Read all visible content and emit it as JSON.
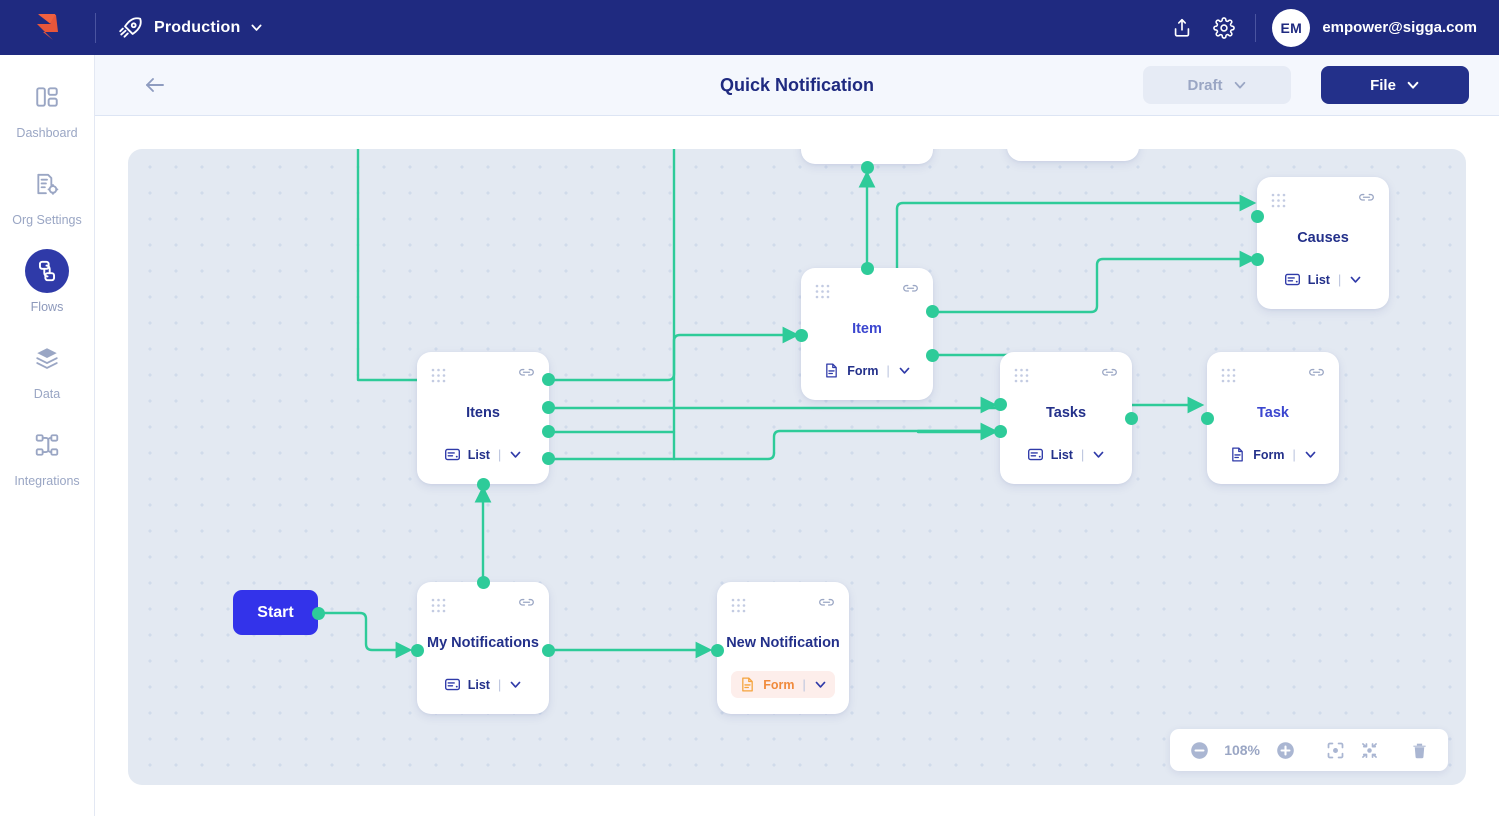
{
  "topbar": {
    "logo_icon": "sigga-logo-icon",
    "environment": {
      "icon": "rocket-icon",
      "label": "Production",
      "chevron": "chevron-down-icon"
    },
    "share_icon": "share-upload-icon",
    "settings_icon": "gear-icon",
    "avatar_initials": "EM",
    "user_email": "empower@sigga.com"
  },
  "sidebar": {
    "items": [
      {
        "label": "Dashboard",
        "icon": "dashboard-icon",
        "active": false
      },
      {
        "label": "Org Settings",
        "icon": "org-settings-icon",
        "active": false
      },
      {
        "label": "Flows",
        "icon": "flows-icon",
        "active": true
      },
      {
        "label": "Data",
        "icon": "data-layers-icon",
        "active": false
      },
      {
        "label": "Integrations",
        "icon": "integrations-icon",
        "active": false
      }
    ]
  },
  "header": {
    "back_icon": "arrow-left-icon",
    "title": "Quick Notification",
    "status": {
      "label": "Draft",
      "chevron": "chevron-down-icon"
    },
    "file": {
      "label": "File",
      "chevron": "chevron-down-icon"
    }
  },
  "canvas": {
    "start": {
      "label": "Start"
    },
    "nodes": [
      {
        "id": "partial-top-1",
        "title": "",
        "badge": null,
        "partial": true
      },
      {
        "id": "partial-top-2",
        "title": "",
        "badge": null,
        "partial": true
      },
      {
        "id": "causes",
        "title": "Causes",
        "badge": {
          "label": "List",
          "icon": "list-icon",
          "style": "default"
        }
      },
      {
        "id": "item",
        "title": "Item",
        "badge": {
          "label": "Form",
          "icon": "form-icon",
          "style": "default"
        }
      },
      {
        "id": "itens",
        "title": "Itens",
        "badge": {
          "label": "List",
          "icon": "list-icon",
          "style": "default"
        }
      },
      {
        "id": "tasks",
        "title": "Tasks",
        "badge": {
          "label": "List",
          "icon": "list-icon",
          "style": "default"
        }
      },
      {
        "id": "task",
        "title": "Task",
        "badge": {
          "label": "Form",
          "icon": "form-icon",
          "style": "default"
        }
      },
      {
        "id": "my-notifications",
        "title": "My Notifications",
        "badge": {
          "label": "List",
          "icon": "list-icon",
          "style": "default"
        }
      },
      {
        "id": "new-notification",
        "title": "New Notification",
        "badge": {
          "label": "Form",
          "icon": "form-icon",
          "style": "accent"
        }
      }
    ],
    "zoom": {
      "zoom_out_icon": "minus-circle-icon",
      "level": "108%",
      "zoom_in_icon": "plus-circle-icon",
      "fit_icon": "fit-to-screen-icon",
      "center_icon": "center-focus-icon",
      "delete_icon": "trash-icon"
    }
  },
  "colors": {
    "navy": "#1f2a80",
    "node_title": "#23308a",
    "accent_blue": "#3b46cf",
    "start_blue": "#3333ea",
    "edge_green": "#2ecb99",
    "badge_accent_text": "#f08a3c",
    "badge_accent_bg": "#fdeeeb",
    "canvas_bg": "#e3e9f2",
    "header_bg": "#f4f7fd"
  }
}
